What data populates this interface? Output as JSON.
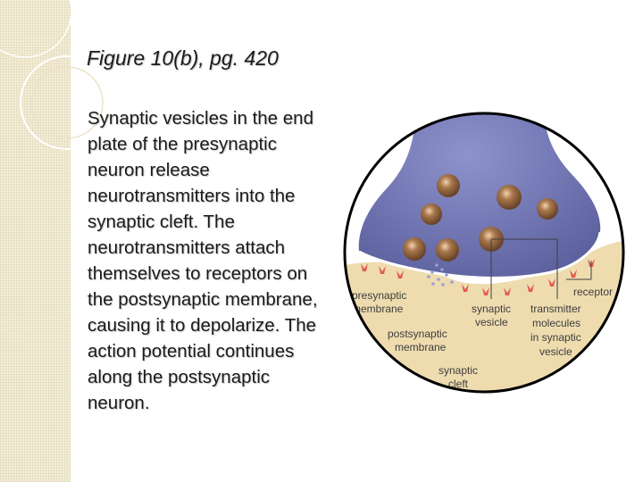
{
  "slide": {
    "title": "Figure 10(b), pg. 420",
    "body": "Synaptic vesicles in the end plate of the presynaptic neuron release neurotransmitters into the synaptic cleft.  The neurotransmitters attach themselves to receptors on the postsynaptic membrane, causing it to depolarize.  The action potential continues along the postsynaptic neuron."
  },
  "figure": {
    "labels": {
      "presynaptic_membrane": [
        "presynaptic",
        "membrane"
      ],
      "postsynaptic_membrane": [
        "postsynaptic",
        "membrane"
      ],
      "synaptic_vesicle": [
        "synaptic",
        "vesicle"
      ],
      "transmitter_molecules": [
        "transmitter",
        "molecules",
        "in synaptic",
        "vesicle"
      ],
      "receptor": [
        "receptor"
      ],
      "synaptic_cleft": [
        "synaptic",
        "cleft"
      ]
    }
  },
  "colors": {
    "neuron_terminal": "#6f73b3",
    "postsynaptic_tissue": "#eedcaf",
    "vesicle": "#8d5f3c",
    "receptor": "#e45b4f",
    "side_band": "#f3ecd6"
  }
}
